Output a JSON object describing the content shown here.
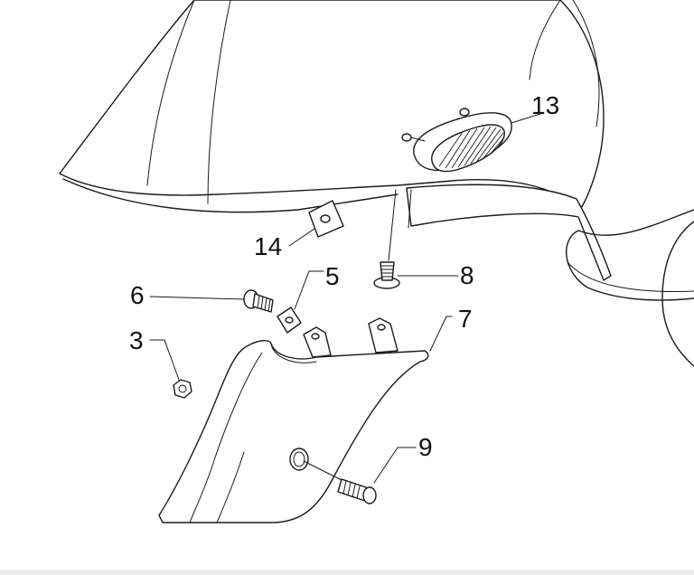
{
  "callouts": [
    {
      "id": "13",
      "label": "13"
    },
    {
      "id": "14",
      "label": "14"
    },
    {
      "id": "5",
      "label": "5"
    },
    {
      "id": "8",
      "label": "8"
    },
    {
      "id": "6",
      "label": "6"
    },
    {
      "id": "7",
      "label": "7"
    },
    {
      "id": "3",
      "label": "3"
    },
    {
      "id": "9",
      "label": "9"
    }
  ],
  "colors": {
    "line": "#1a1a1a",
    "background": "#ffffff"
  }
}
